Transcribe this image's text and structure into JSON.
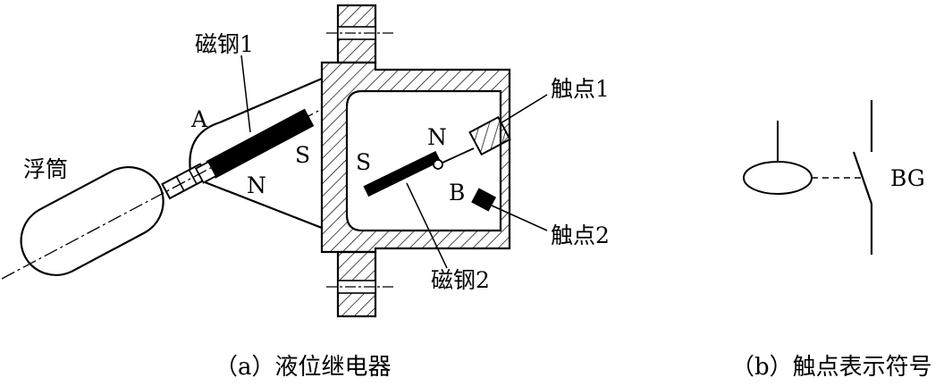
{
  "labels": {
    "magnet1": "磁钢1",
    "point_a": "A",
    "float": "浮筒",
    "n_outer": "N",
    "s_outer": "S",
    "s_inner": "S",
    "n_inner": "N",
    "b_point": "B",
    "contact1": "触点1",
    "contact2": "触点2",
    "magnet2": "磁钢2",
    "bg": "BG"
  },
  "captions": {
    "a": "（a）液位继电器",
    "b": "（b）触点表示符号"
  }
}
